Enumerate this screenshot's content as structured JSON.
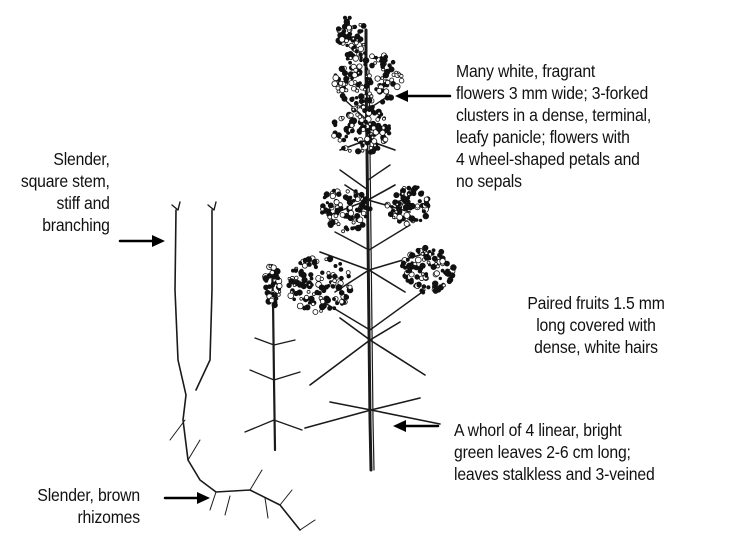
{
  "annotations": {
    "flowers": {
      "lines": [
        "Many white, fragrant",
        "flowers 3 mm wide; 3-forked",
        "clusters in a dense, terminal,",
        "leafy panicle; flowers with",
        "4 wheel-shaped petals and",
        "no sepals"
      ]
    },
    "stem": {
      "lines": [
        "Slender,",
        "square stem,",
        "stiff and",
        "branching"
      ]
    },
    "fruits": {
      "lines": [
        "Paired fruits 1.5 mm",
        "long covered with",
        "dense, white hairs"
      ]
    },
    "leaves": {
      "lines": [
        "A whorl of 4 linear, bright",
        "green leaves 2-6 cm long;",
        "leaves stalkless and 3-veined"
      ]
    },
    "rhizomes": {
      "lines": [
        "Slender, brown",
        "rhizomes"
      ]
    }
  },
  "colors": {
    "ink": "#111111",
    "background": "#ffffff"
  }
}
